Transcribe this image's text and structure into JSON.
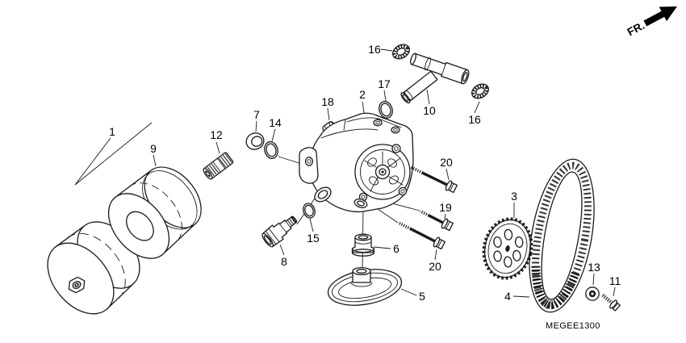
{
  "diagram": {
    "background": "#ffffff",
    "ink": "#1a1a1a",
    "code": "MEGEE1300",
    "direction_indicator": "FR.",
    "labels": [
      {
        "text": "1"
      },
      {
        "text": "9"
      },
      {
        "text": "12"
      },
      {
        "text": "7"
      },
      {
        "text": "14"
      },
      {
        "text": "18"
      },
      {
        "text": "2"
      },
      {
        "text": "17"
      },
      {
        "text": "16"
      },
      {
        "text": "10"
      },
      {
        "text": "16"
      },
      {
        "text": "20"
      },
      {
        "text": "19"
      },
      {
        "text": "20"
      },
      {
        "text": "8"
      },
      {
        "text": "15"
      },
      {
        "text": "6"
      },
      {
        "text": "5"
      },
      {
        "text": "3"
      },
      {
        "text": "4"
      },
      {
        "text": "13"
      },
      {
        "text": "11"
      }
    ]
  }
}
